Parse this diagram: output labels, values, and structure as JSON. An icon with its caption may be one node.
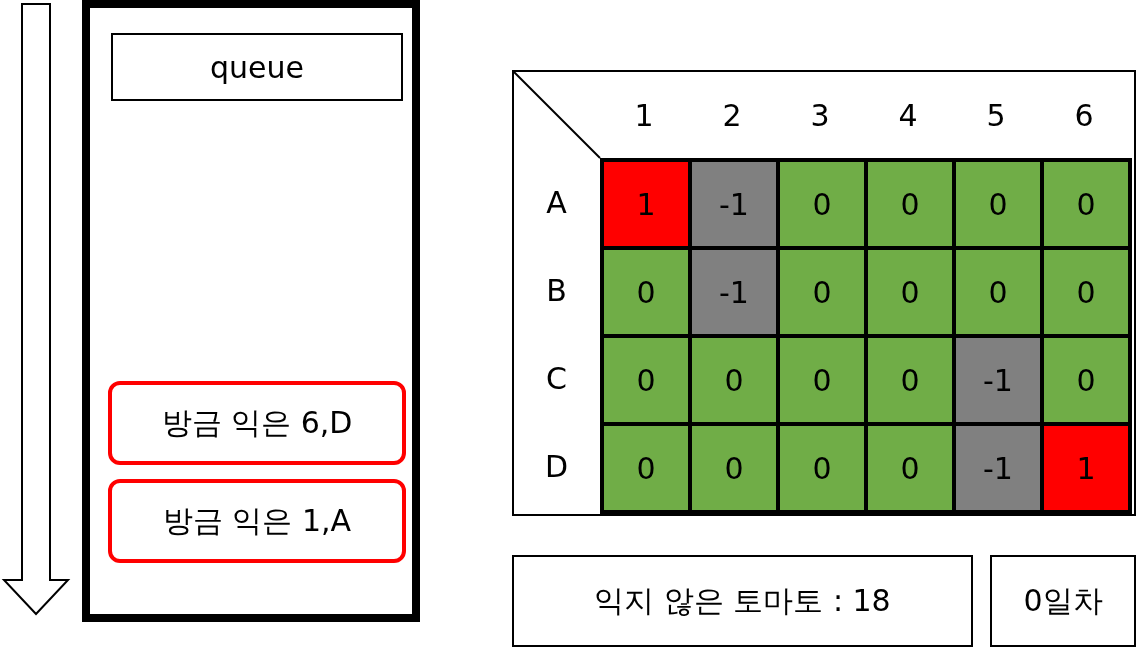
{
  "diagram": {
    "nodes": [
      {
        "text": [],
        "shape": "box"
      },
      {
        "text": [
          "queue"
        ],
        "in": 0
      },
      {
        "text": [
          "방금 익은 6,D"
        ],
        "in": 0
      },
      {
        "text": [
          "방금 익은 1,A"
        ],
        "in": 0
      },
      {
        "text": [
          "익지 않은 토마토 : 18"
        ]
      },
      {
        "text": [
          "0일차"
        ]
      }
    ],
    "edges": [],
    "labels": [
      "1",
      "2",
      "3",
      "4",
      "5",
      "6",
      "A",
      "1",
      "-1",
      "0",
      "0",
      "0",
      "0",
      "B",
      "0",
      "-1",
      "0",
      "0",
      "0",
      "0",
      "C",
      "0",
      "0",
      "0",
      "0",
      "-1",
      "0",
      "D",
      "0",
      "0",
      "0",
      "0",
      "-1",
      "1"
    ]
  }
}
